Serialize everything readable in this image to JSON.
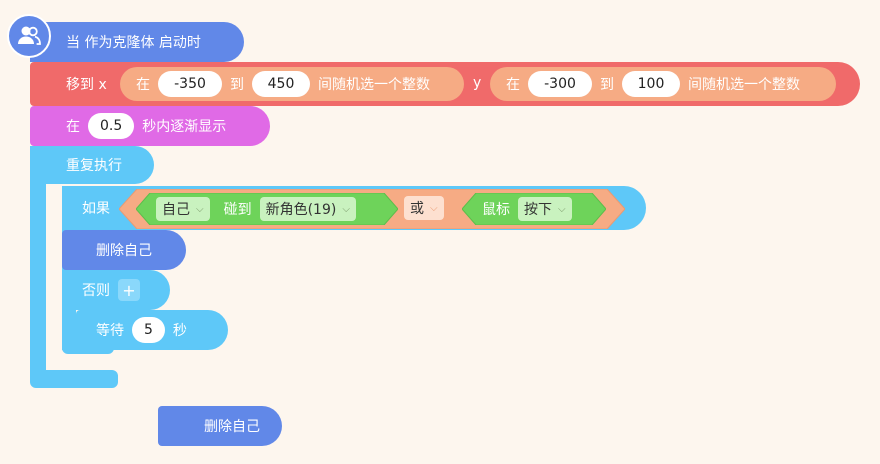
{
  "hat": {
    "label": "当 作为克隆体 启动时",
    "icon": "users-icon"
  },
  "move": {
    "label": "移到 x",
    "x_from_prefix": "在",
    "x_min": "-350",
    "x_to": "到",
    "x_max": "450",
    "x_suffix": "间随机选一个整数",
    "y_label": "y",
    "y_from_prefix": "在",
    "y_min": "-300",
    "y_to": "到",
    "y_max": "100",
    "y_suffix": "间随机选一个整数"
  },
  "fade": {
    "prefix": "在",
    "seconds": "0.5",
    "suffix": "秒内逐渐显示"
  },
  "repeat": {
    "label": "重复执行"
  },
  "if_block": {
    "label": "如果",
    "touch_target": "自己",
    "touch_label": "碰到",
    "touch_object": "新角色(19)",
    "operator": "或",
    "mouse_label": "鼠标",
    "mouse_state": "按下"
  },
  "delete1": {
    "label": "删除自己"
  },
  "else_block": {
    "label": "否则",
    "add": "+"
  },
  "wait": {
    "label": "等待",
    "seconds": "5",
    "unit": "秒"
  },
  "delete2": {
    "label": "删除自己"
  },
  "colors": {
    "event": "#6188e8",
    "motion": "#f06a6a",
    "looks": "#e06ae6",
    "control": "#5ec8f8",
    "operator": "#f6ab84",
    "sensing": "#6ed35a"
  }
}
